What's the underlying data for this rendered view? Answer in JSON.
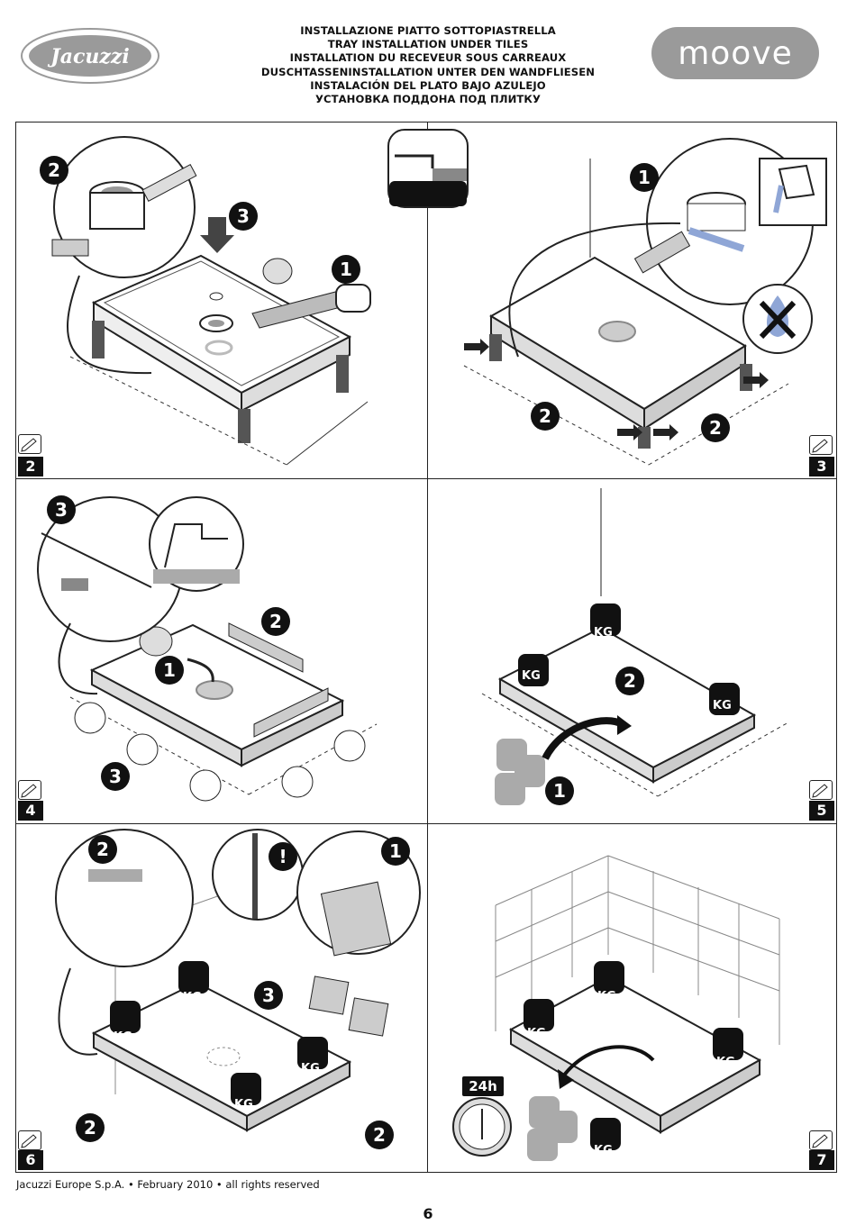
{
  "header": {
    "logo_text": "Jacuzzi",
    "titles": [
      "INSTALLAZIONE PIATTO SOTTOPIASTRELLA",
      "TRAY INSTALLATION UNDER TILES",
      "INSTALLATION DU RECEVEUR SOUS CARREAUX",
      "DUSCHTASSENINSTALLATION UNTER DEN WANDFLIESEN",
      "INSTALACIÓN DEL PLATO BAJO AZULEJO",
      "УСТАНОВКА ПОДДОНА ПОД ПЛИТКУ"
    ],
    "brand": "moove"
  },
  "panels": [
    {
      "step": "2",
      "badges": [
        "2",
        "3",
        "1"
      ]
    },
    {
      "step": "3",
      "badges": [
        "1",
        "2",
        "2"
      ]
    },
    {
      "step": "4",
      "badges": [
        "3",
        "2",
        "1",
        "3"
      ]
    },
    {
      "step": "5",
      "badges": [
        "2",
        "1"
      ],
      "weight_label": "KG"
    },
    {
      "step": "6",
      "badges": [
        "2",
        "!",
        "1",
        "3",
        "2",
        "2"
      ],
      "weight_label": "KG"
    },
    {
      "step": "7",
      "weight_label": "KG",
      "time_label": "24h"
    }
  ],
  "footer": {
    "copyright": "Jacuzzi Europe S.p.A. • February 2010 • all rights reserved",
    "page_number": "6"
  },
  "colors": {
    "accent_gray": "#9a9a9a",
    "line": "#222222",
    "water_blue": "#8fa6d6"
  }
}
